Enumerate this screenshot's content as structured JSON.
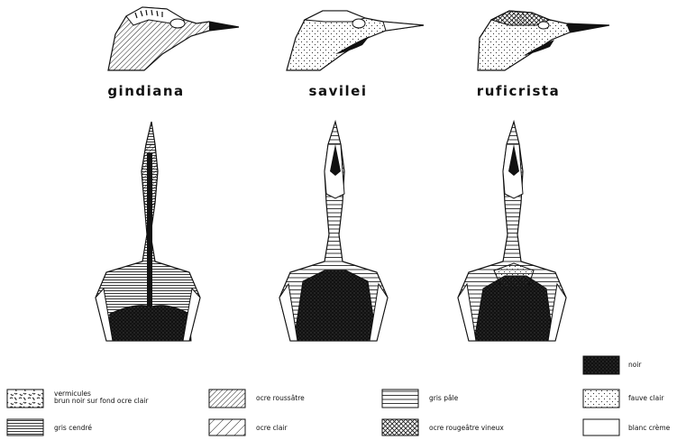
{
  "species": [
    {
      "id": "gindiana",
      "label": "gindiana"
    },
    {
      "id": "savilei",
      "label": "savilei"
    },
    {
      "id": "ruficrista",
      "label": "ruficrista"
    }
  ],
  "legend": [
    {
      "pattern": "vermicules",
      "line1": "vermicules",
      "line2": "brun noir sur fond ocre clair"
    },
    {
      "pattern": "gris-cendre",
      "line1": "gris cendré"
    },
    {
      "pattern": "ocre-roussatre",
      "line1": "ocre roussâtre"
    },
    {
      "pattern": "ocre-clair",
      "line1": "ocre clair"
    },
    {
      "pattern": "gris-pale",
      "line1": "gris pâle"
    },
    {
      "pattern": "ocre-rougeatre-vineux",
      "line1": "ocre rougeâtre vineux"
    },
    {
      "pattern": "noir",
      "line1": "noir"
    },
    {
      "pattern": "fauve-clair",
      "line1": "fauve clair"
    },
    {
      "pattern": "blanc-creme",
      "line1": "blanc crème"
    }
  ]
}
